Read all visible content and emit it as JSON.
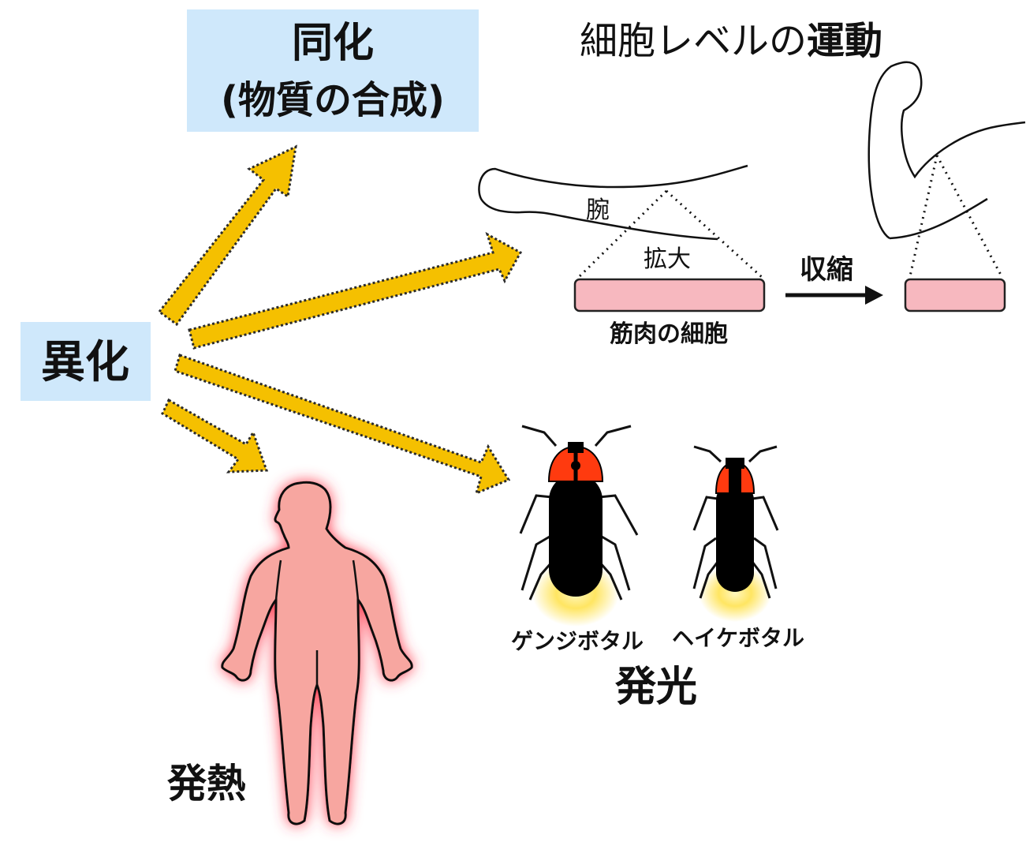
{
  "labels": {
    "anabolism_line1": "同化",
    "anabolism_line2": "(物質の合成)",
    "catabolism": "異化",
    "cell_motion_prefix": "細胞レベルの",
    "cell_motion_emph": "運動",
    "arm": "腕",
    "magnify": "拡大",
    "contraction": "収縮",
    "muscle_cell": "筋肉の細胞",
    "genji": "ゲンジボタル",
    "heike": "ヘイケボタル",
    "luminescence": "発光",
    "heat": "発熱"
  },
  "colors": {
    "label_box": "#cfe8fb",
    "arrow_fill": "#f5c000",
    "muscle_fill": "#f7b8bf",
    "body_fill": "#f7a6a0",
    "body_glow": "#ff3b4e",
    "firefly_head": "#ff3a0f",
    "firefly_glow": "#ffe45a"
  }
}
